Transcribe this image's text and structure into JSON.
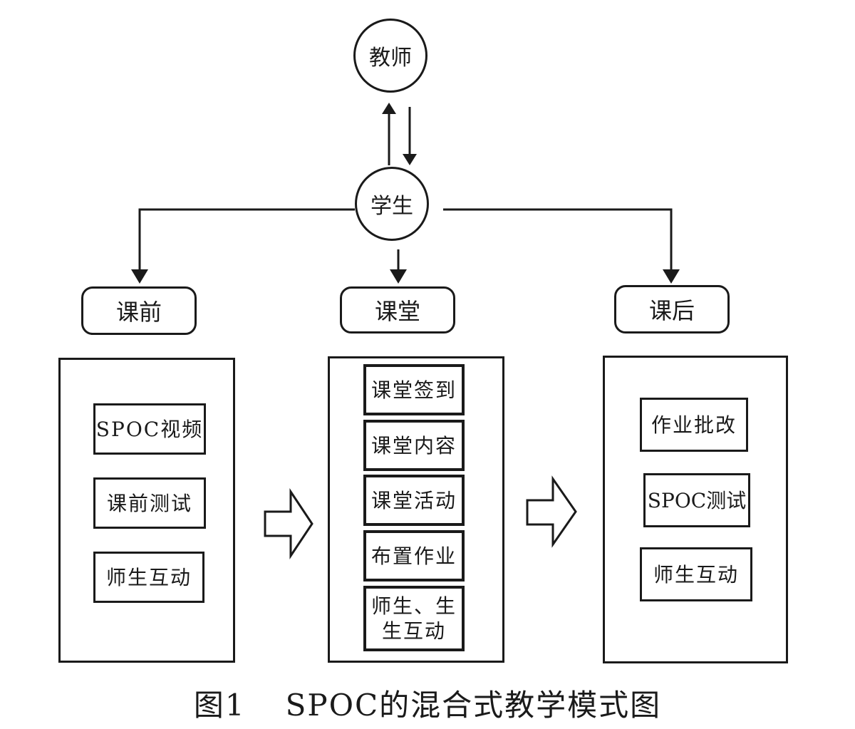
{
  "nodes": {
    "teacher": "教师",
    "student": "学生"
  },
  "phases": {
    "before": "课前",
    "during": "课堂",
    "after": "课后"
  },
  "before_items": [
    "SPOC视频",
    "课前测试",
    "师生互动"
  ],
  "during_items": [
    "课堂签到",
    "课堂内容",
    "课堂活动",
    "布置作业",
    "师生、生\n生互动"
  ],
  "after_items": [
    "作业批改",
    "SPOC测试",
    "师生互动"
  ],
  "caption": {
    "number": "图1",
    "title": "SPOC的混合式教学模式图"
  }
}
